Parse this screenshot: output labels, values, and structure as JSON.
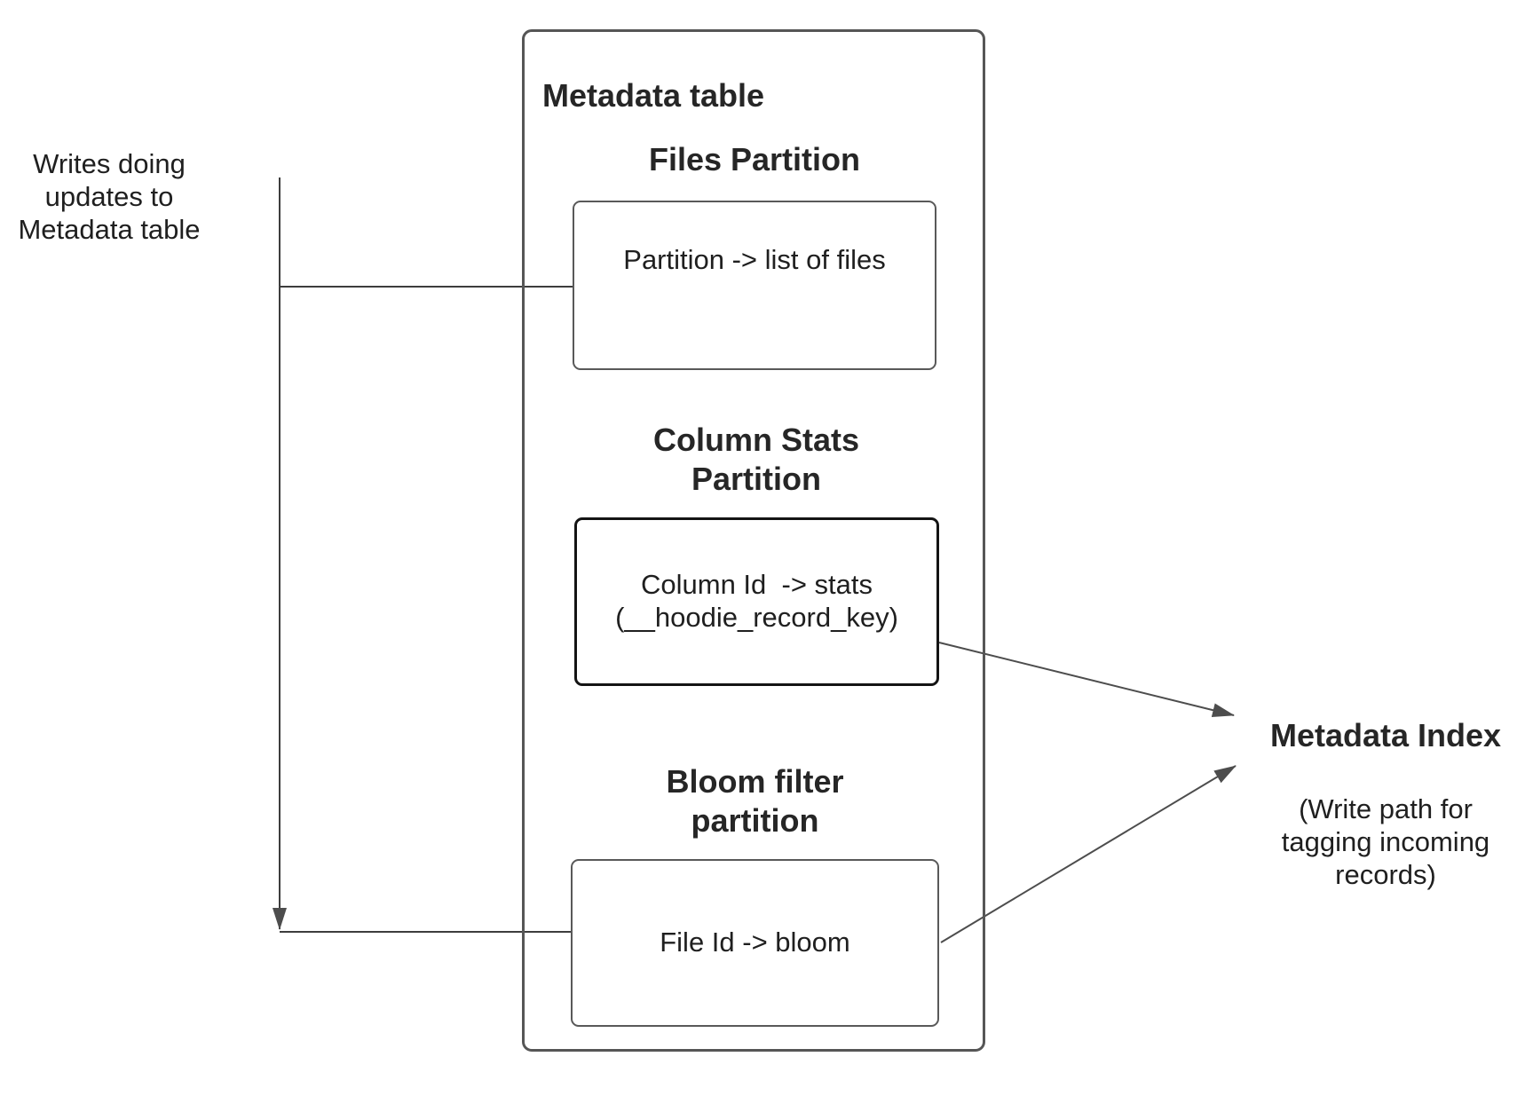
{
  "metadata_table": {
    "title": "Metadata table",
    "files_partition": {
      "heading": "Files Partition",
      "mapping": "Partition -> list of files"
    },
    "column_stats_partition": {
      "heading": "Column Stats\nPartition",
      "mapping": "Column Id  -> stats\n(__hoodie_record_key)"
    },
    "bloom_filter_partition": {
      "heading": "Bloom filter\npartition",
      "mapping": "File Id -> bloom"
    }
  },
  "annotations": {
    "writes_label": "Writes doing\nupdates to\nMetadata table"
  },
  "metadata_index": {
    "title": "Metadata Index",
    "subtitle": "(Write path for\ntagging incoming\nrecords)"
  },
  "colors": {
    "background": "#ffffff",
    "text": "#1f1f1f",
    "box_border": "#595959",
    "emphasis_border": "#141414",
    "connector": "#4d4d4d"
  }
}
